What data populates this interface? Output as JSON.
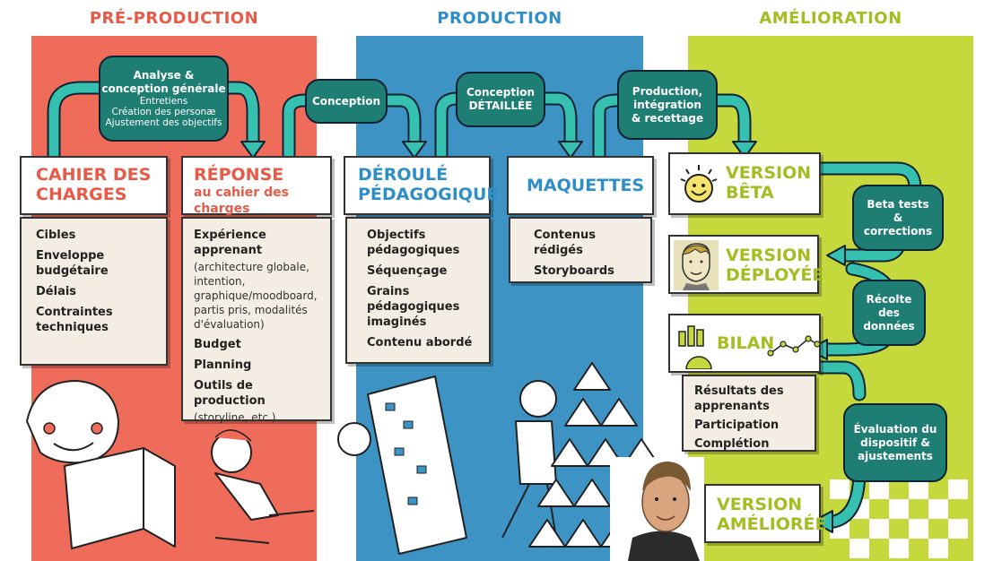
{
  "colors": {
    "preprod": "#ef6b5a",
    "prod": "#3c93c4",
    "amelio": "#c6d93c",
    "bubble": "#1e7e74",
    "arrow": "#36c0b0",
    "title_red": "#e85a47",
    "title_blue": "#2e8fc8",
    "title_green": "#a4bd21"
  },
  "phases": {
    "preprod": "PRÉ-PRODUCTION",
    "prod": "PRODUCTION",
    "amelio": "AMÉLIORATION"
  },
  "bubbles": {
    "analyse": {
      "title": "Analyse & conception générale",
      "details": [
        "Entretiens",
        "Création des personæ",
        "Ajustement des objectifs"
      ]
    },
    "conception": "Conception",
    "conception_detaillee": {
      "line1": "Conception",
      "line2": "DÉTAILLÉE"
    },
    "production": "Production, intégration & recettage",
    "beta_tests": "Beta tests & corrections",
    "recolte": "Récolte des données",
    "evaluation": "Évaluation du dispositif & ajustements"
  },
  "cards": {
    "cahier": {
      "line1": "CAHIER DES",
      "line2": "CHARGES"
    },
    "reponse": {
      "line1": "RÉPONSE",
      "line2": "au cahier des charges"
    },
    "deroule": {
      "line1": "DÉROULÉ",
      "line2": "PÉDAGOGIQUE"
    },
    "maquettes": "MAQUETTES",
    "beta": {
      "line1": "VERSION",
      "line2": "BÊTA"
    },
    "deployee": {
      "line1": "VERSION",
      "line2": "DÉPLOYÉE"
    },
    "bilan": "BILAN",
    "amelioree": {
      "line1": "VERSION",
      "line2": "AMÉLIORÉE"
    }
  },
  "lists": {
    "cahier": [
      "Cibles",
      "Enveloppe budgétaire",
      "Délais",
      "Contraintes techniques"
    ],
    "reponse": {
      "item1": "Expérience apprenant",
      "item1_note": "(architecture globale, intention, graphique/moodboard, partis pris, modalités d'évaluation)",
      "item2": "Budget",
      "item3": "Planning",
      "item4": "Outils de production",
      "item4_note": "(storyline, etc.)"
    },
    "deroule": [
      "Objectifs pédagogiques",
      "Séquençage",
      "Grains pédagogiques imaginés",
      "Contenu abordé"
    ],
    "maquettes": [
      "Contenus rédigés",
      "Storyboards"
    ],
    "bilan": [
      "Résultats des apprenants",
      "Participation",
      "Complétion"
    ]
  }
}
